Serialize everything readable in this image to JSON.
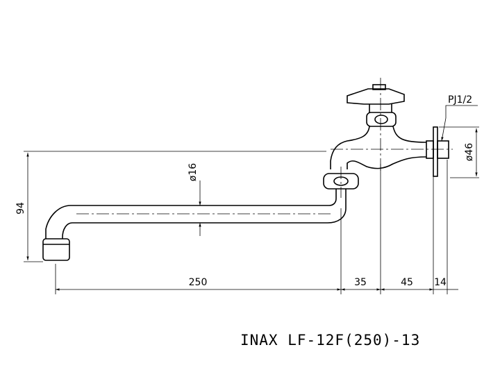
{
  "dimensions": {
    "height_total": "94",
    "pipe_diameter": "ø16",
    "thread": "PJ1/2",
    "flange_diameter": "ø46",
    "spout_length": "250",
    "body_offset": "35",
    "body_length": "45",
    "flange_thickness": "14"
  },
  "model_label": "INAX LF-12F(250)-13"
}
